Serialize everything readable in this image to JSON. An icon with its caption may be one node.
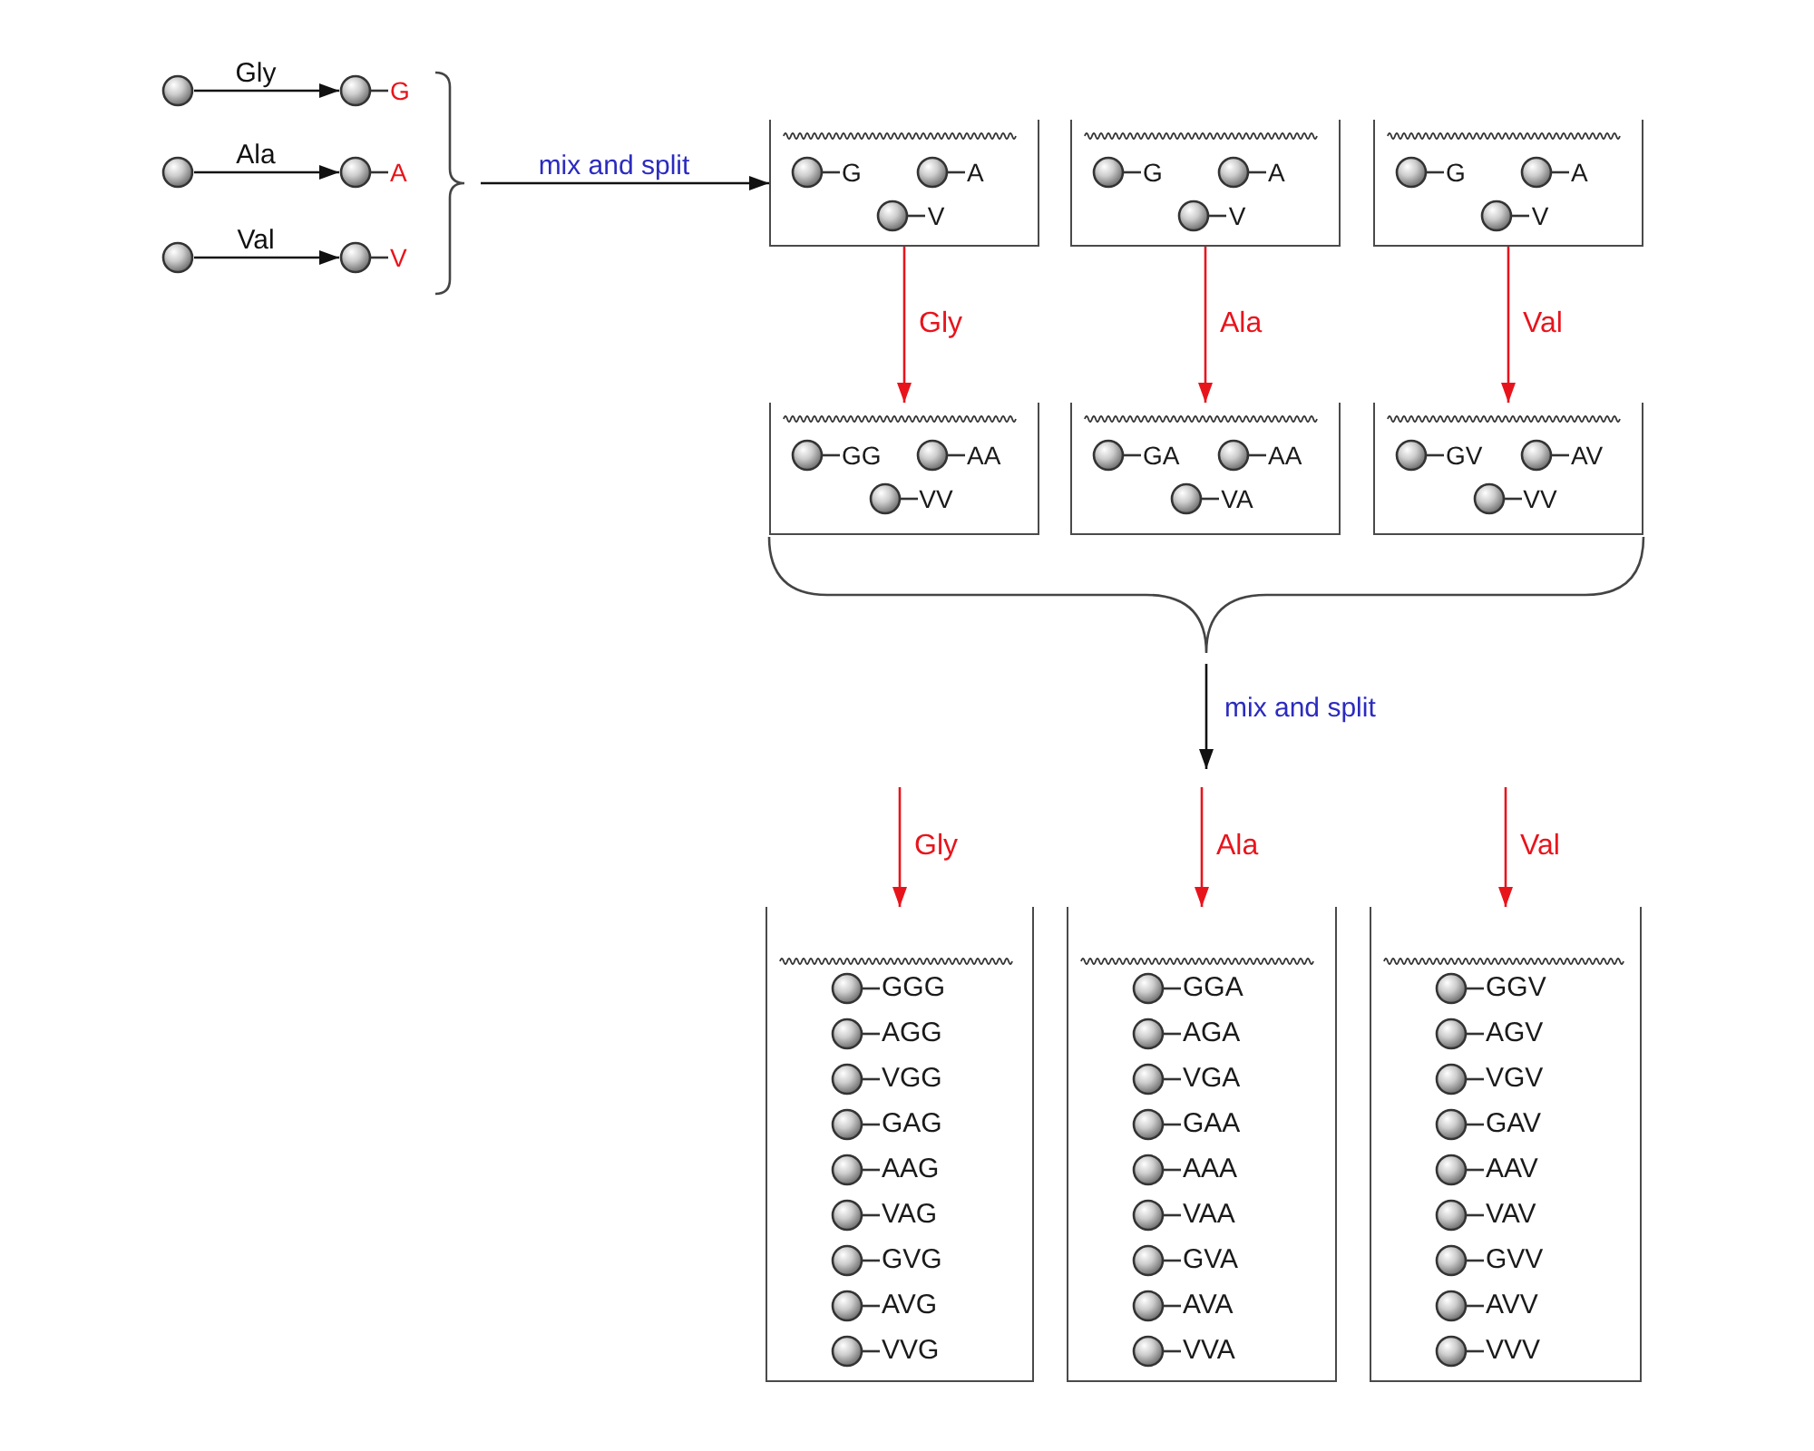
{
  "diagram": {
    "nodes": [
      {
        "text": [],
        "shape": "circle"
      },
      {
        "text": [
          "G"
        ]
      },
      {
        "text": [],
        "shape": "circle"
      },
      {
        "text": [
          "A"
        ]
      },
      {
        "text": [],
        "shape": "circle"
      },
      {
        "text": [
          "V"
        ]
      },
      {
        "text": [
          "G",
          "A",
          "V"
        ]
      },
      {
        "text": [
          "G",
          "A",
          "V"
        ]
      },
      {
        "text": [
          "G",
          "A",
          "V"
        ]
      },
      {
        "text": [
          "GG",
          "AA",
          "VV"
        ]
      },
      {
        "text": [
          "GA",
          "AA",
          "VA"
        ]
      },
      {
        "text": [
          "GV",
          "AV",
          "VV"
        ]
      },
      {
        "text": [
          "GGG",
          "AGG",
          "VGG",
          "GAG",
          "AAG",
          "VAG",
          "GVG",
          "AVG",
          "VVG"
        ]
      },
      {
        "text": [
          "GGA",
          "AGA",
          "VGA",
          "GAA",
          "AAA",
          "VAA",
          "GVA",
          "AVA",
          "VVA"
        ]
      },
      {
        "text": [
          "GGV",
          "AGV",
          "VGV",
          "GAV",
          "AAV",
          "VAV",
          "GVV",
          "AVV",
          "VVV"
        ]
      }
    ],
    "edges": [
      {
        "from": 0,
        "to": 1,
        "arrow": "to",
        "label": "Gly",
        "color": "#111111"
      },
      {
        "from": 2,
        "to": 3,
        "arrow": "to",
        "label": "Ala",
        "color": "#111111"
      },
      {
        "from": 4,
        "to": 5,
        "arrow": "to",
        "label": "Val",
        "color": "#111111"
      },
      {
        "from": null,
        "to": 6,
        "arrow": "to",
        "label": "mix and split",
        "color": "#111111"
      },
      {
        "from": 6,
        "to": 9,
        "arrow": "to",
        "label": "Gly"
      },
      {
        "from": 7,
        "to": 10,
        "arrow": "to",
        "label": "Ala"
      },
      {
        "from": 8,
        "to": 11,
        "arrow": "to",
        "label": "Val"
      },
      {
        "from": null,
        "to": 12,
        "arrow": "to",
        "label": "Gly"
      },
      {
        "from": null,
        "to": 13,
        "arrow": "to",
        "label": "Ala"
      },
      {
        "from": null,
        "to": 14,
        "arrow": "to",
        "label": "Val"
      }
    ],
    "labels": [
      "mix and split"
    ]
  }
}
